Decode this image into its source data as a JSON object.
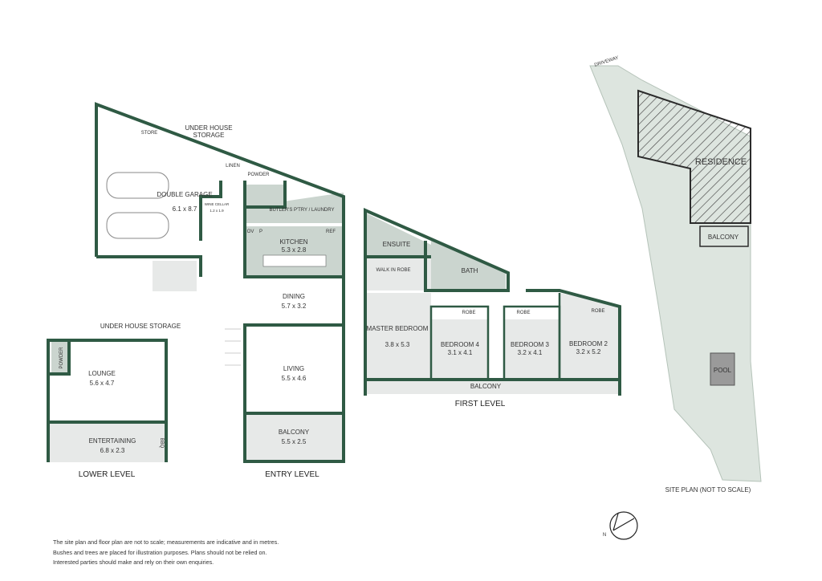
{
  "colors": {
    "wall": "#2f5a44",
    "room_fill": "#e7e9e8",
    "wet_fill": "#cbd5cf",
    "site_fill": "#dde5df"
  },
  "entry_level": {
    "title": "ENTRY LEVEL",
    "under_house_storage": "UNDER HOUSE\nSTORAGE",
    "store": "STORE",
    "double_garage": {
      "name": "DOUBLE GARAGE",
      "size": "6.1 x 8.7"
    },
    "linen": "LINEN",
    "powder": "POWDER",
    "wine_cellar": {
      "name": "WINE CELLAR",
      "size": "1.2 x 1.9"
    },
    "butlers": "BUTLER'S P'TRY / LAUNDRY",
    "ov": "OV",
    "p": "P",
    "ref": "REF",
    "kitchen": {
      "name": "KITCHEN",
      "size": "5.3 x 2.8"
    },
    "dining": {
      "name": "DINING",
      "size": "5.7 x 3.2"
    },
    "living": {
      "name": "LIVING",
      "size": "5.5 x 4.6"
    },
    "balcony": {
      "name": "BALCONY",
      "size": "5.5 x 2.5"
    }
  },
  "lower_level": {
    "title": "LOWER LEVEL",
    "under_house_storage": "UNDER HOUSE STORAGE",
    "powder": "POWDER",
    "lounge": {
      "name": "LOUNGE",
      "size": "5.6 x 4.7"
    },
    "entertaining": {
      "name": "ENTERTAINING",
      "size": "6.8 x 2.3"
    },
    "bbq": "BBQ"
  },
  "first_level": {
    "title": "FIRST LEVEL",
    "ensuite": "ENSUITE",
    "walk_in_robe": "WALK IN ROBE",
    "bath": "BATH",
    "robe": "ROBE",
    "master": {
      "name": "MASTER BEDROOM",
      "size": "3.8 x 5.3"
    },
    "bedroom4": {
      "name": "BEDROOM 4",
      "size": "3.1 x 4.1"
    },
    "bedroom3": {
      "name": "BEDROOM 3",
      "size": "3.2 x 4.1"
    },
    "bedroom2": {
      "name": "BEDROOM 2",
      "size": "3.2 x 5.2"
    },
    "balcony": "BALCONY"
  },
  "site_plan": {
    "title": "SITE PLAN (NOT TO SCALE)",
    "driveway": "DRIVEWAY",
    "residence": "RESIDENCE",
    "balcony": "BALCONY",
    "pool": "POOL",
    "north": "N"
  },
  "notes": [
    "The site plan and floor plan are not to scale; measurements are indicative and in metres.",
    "Bushes and trees are placed for illustration purposes. Plans should not be relied on.",
    "Interested parties should make and rely on their own enquiries."
  ]
}
